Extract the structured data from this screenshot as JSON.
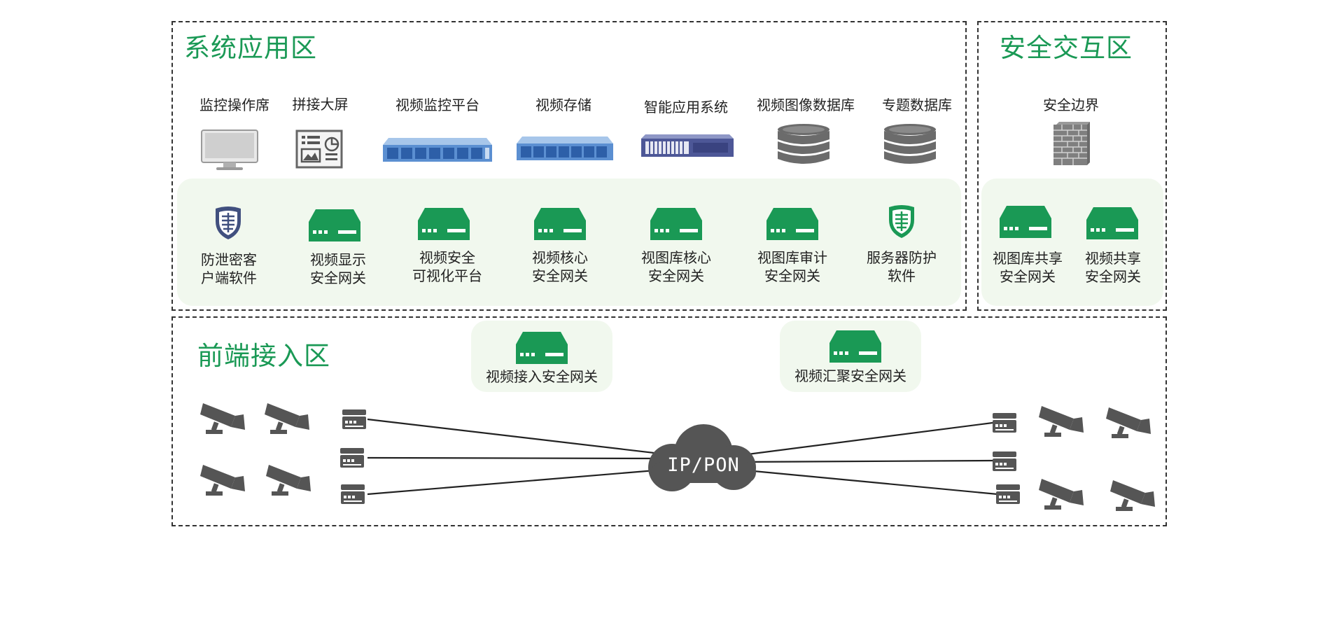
{
  "zones": {
    "app": {
      "title": "系统应用区"
    },
    "security": {
      "title": "安全交互区"
    },
    "frontend": {
      "title": "前端接入区"
    }
  },
  "app_top_devices": [
    {
      "label": "监控操作席",
      "icon": "monitor-icon"
    },
    {
      "label": "拼接大屏",
      "icon": "dashboard-screen-icon"
    },
    {
      "label": "视频监控平台",
      "icon": "rack-server-icon"
    },
    {
      "label": "视频存储",
      "icon": "rack-server-icon"
    },
    {
      "label": "智能应用系统",
      "icon": "appliance-server-icon"
    },
    {
      "label": "视频图像数据库",
      "icon": "database-icon"
    },
    {
      "label": "专题数据库",
      "icon": "database-icon"
    }
  ],
  "app_gateways": [
    {
      "label": "防泄密客\n户端软件",
      "icon": "shield-icon"
    },
    {
      "label": "视频显示\n安全网关",
      "icon": "gateway-icon"
    },
    {
      "label": "视频安全\n可视化平台",
      "icon": "gateway-icon"
    },
    {
      "label": "视频核心\n安全网关",
      "icon": "gateway-icon"
    },
    {
      "label": "视图库核心\n安全网关",
      "icon": "gateway-icon"
    },
    {
      "label": "视图库审计\n安全网关",
      "icon": "gateway-icon"
    },
    {
      "label": "服务器防护\n软件",
      "icon": "shield-green-icon"
    }
  ],
  "security_top": {
    "label": "安全边界",
    "icon": "firewall-icon"
  },
  "security_gateways": [
    {
      "label": "视图库共享\n安全网关",
      "icon": "gateway-icon"
    },
    {
      "label": "视频共享\n安全网关",
      "icon": "gateway-icon"
    }
  ],
  "frontend_gateways": [
    {
      "label": "视频接入安全网关",
      "icon": "gateway-icon"
    },
    {
      "label": "视频汇聚安全网关",
      "icon": "gateway-icon"
    }
  ],
  "network": {
    "label": "IP/PON",
    "icon": "cloud-icon"
  },
  "colors": {
    "accent": "#1a9955",
    "panel": "#f1f8ee",
    "device_gray": "#555555"
  }
}
